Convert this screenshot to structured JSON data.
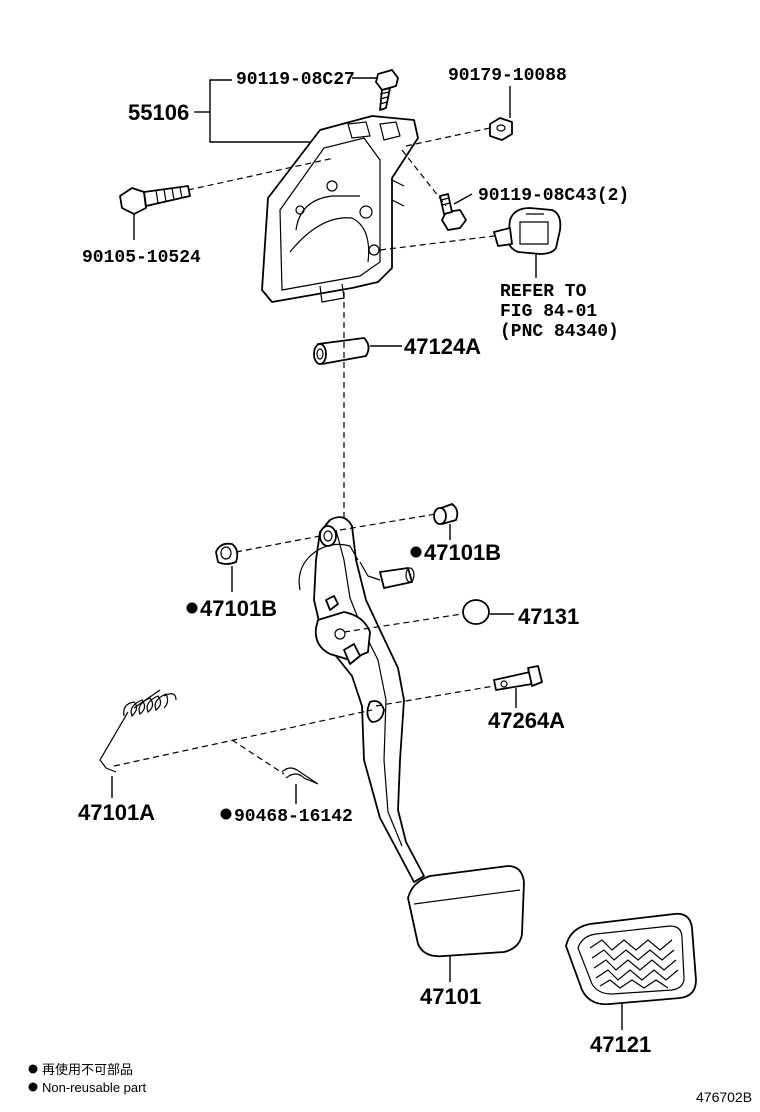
{
  "labels": {
    "p55106": "55106",
    "p9011908C27": "90119-08C27",
    "p9017910088": "90179-10088",
    "p9011908C43": "90119-08C43(2)",
    "p9010510524": "90105-10524",
    "refer_line1": "REFER TO",
    "refer_line2": "FIG 84-01",
    "refer_line3": "(PNC 84340)",
    "p47124A": "47124A",
    "p47101B_right": "47101B",
    "p47101B_left": "47101B",
    "p47131": "47131",
    "p47264A": "47264A",
    "p47101A": "47101A",
    "p9046816142": "90468-16142",
    "p47101": "47101",
    "p47121": "47121"
  },
  "legend": {
    "line1": "再使用不可部品",
    "line2": "Non-reusable part"
  },
  "diagram_code": "476702B"
}
